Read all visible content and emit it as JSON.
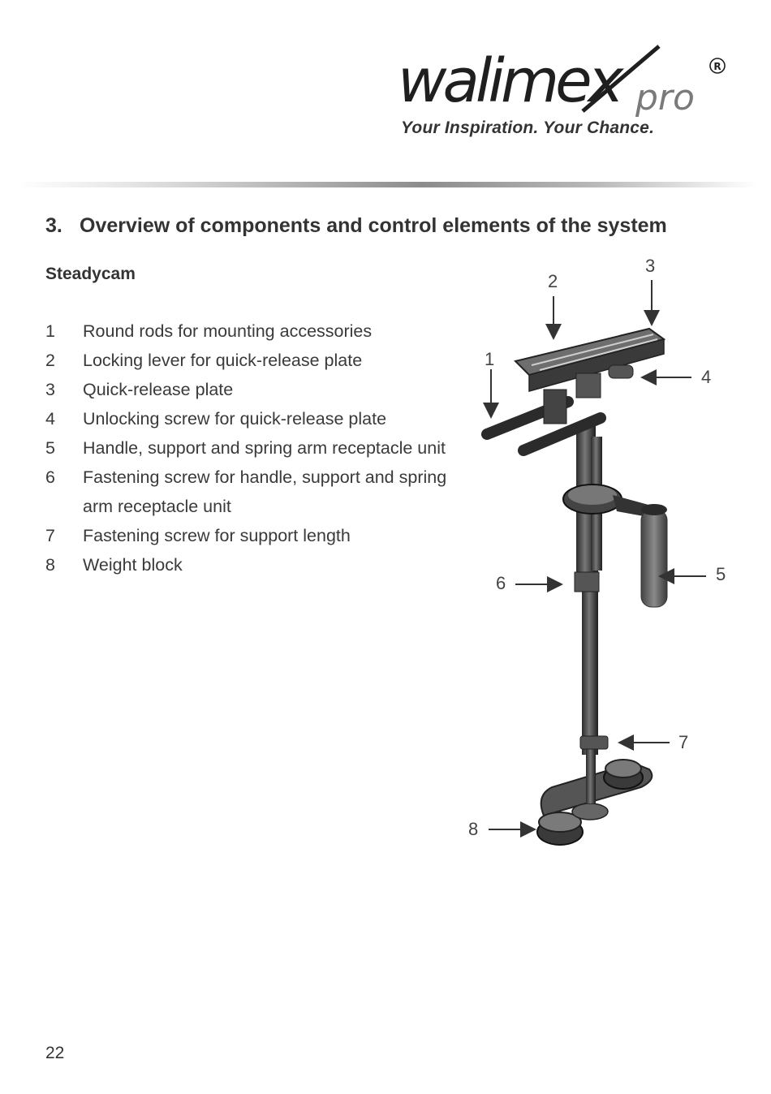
{
  "header": {
    "logo": {
      "brand": "walimex",
      "suffix": "pro",
      "registered": "®"
    },
    "tagline": "Your Inspiration. Your Chance."
  },
  "section": {
    "number": "3.",
    "title": "Overview of components and control elements of the system",
    "subtitle": "Steadycam"
  },
  "components": [
    {
      "num": "1",
      "text": "Round rods for mounting accessories"
    },
    {
      "num": "2",
      "text": "Locking lever for quick-release plate"
    },
    {
      "num": "3",
      "text": "Quick-release plate"
    },
    {
      "num": "4",
      "text": "Unlocking screw for quick-release plate"
    },
    {
      "num": "5",
      "text": "Handle, support and spring arm receptacle unit"
    },
    {
      "num": "6",
      "text": "Fastening screw for handle, support and spring arm receptacle unit"
    },
    {
      "num": "7",
      "text": "Fastening screw for support length"
    },
    {
      "num": "8",
      "text": "Weight block"
    }
  ],
  "figure": {
    "callouts": [
      "1",
      "2",
      "3",
      "4",
      "5",
      "6",
      "7",
      "8"
    ]
  },
  "footer": {
    "page_number": "22"
  }
}
